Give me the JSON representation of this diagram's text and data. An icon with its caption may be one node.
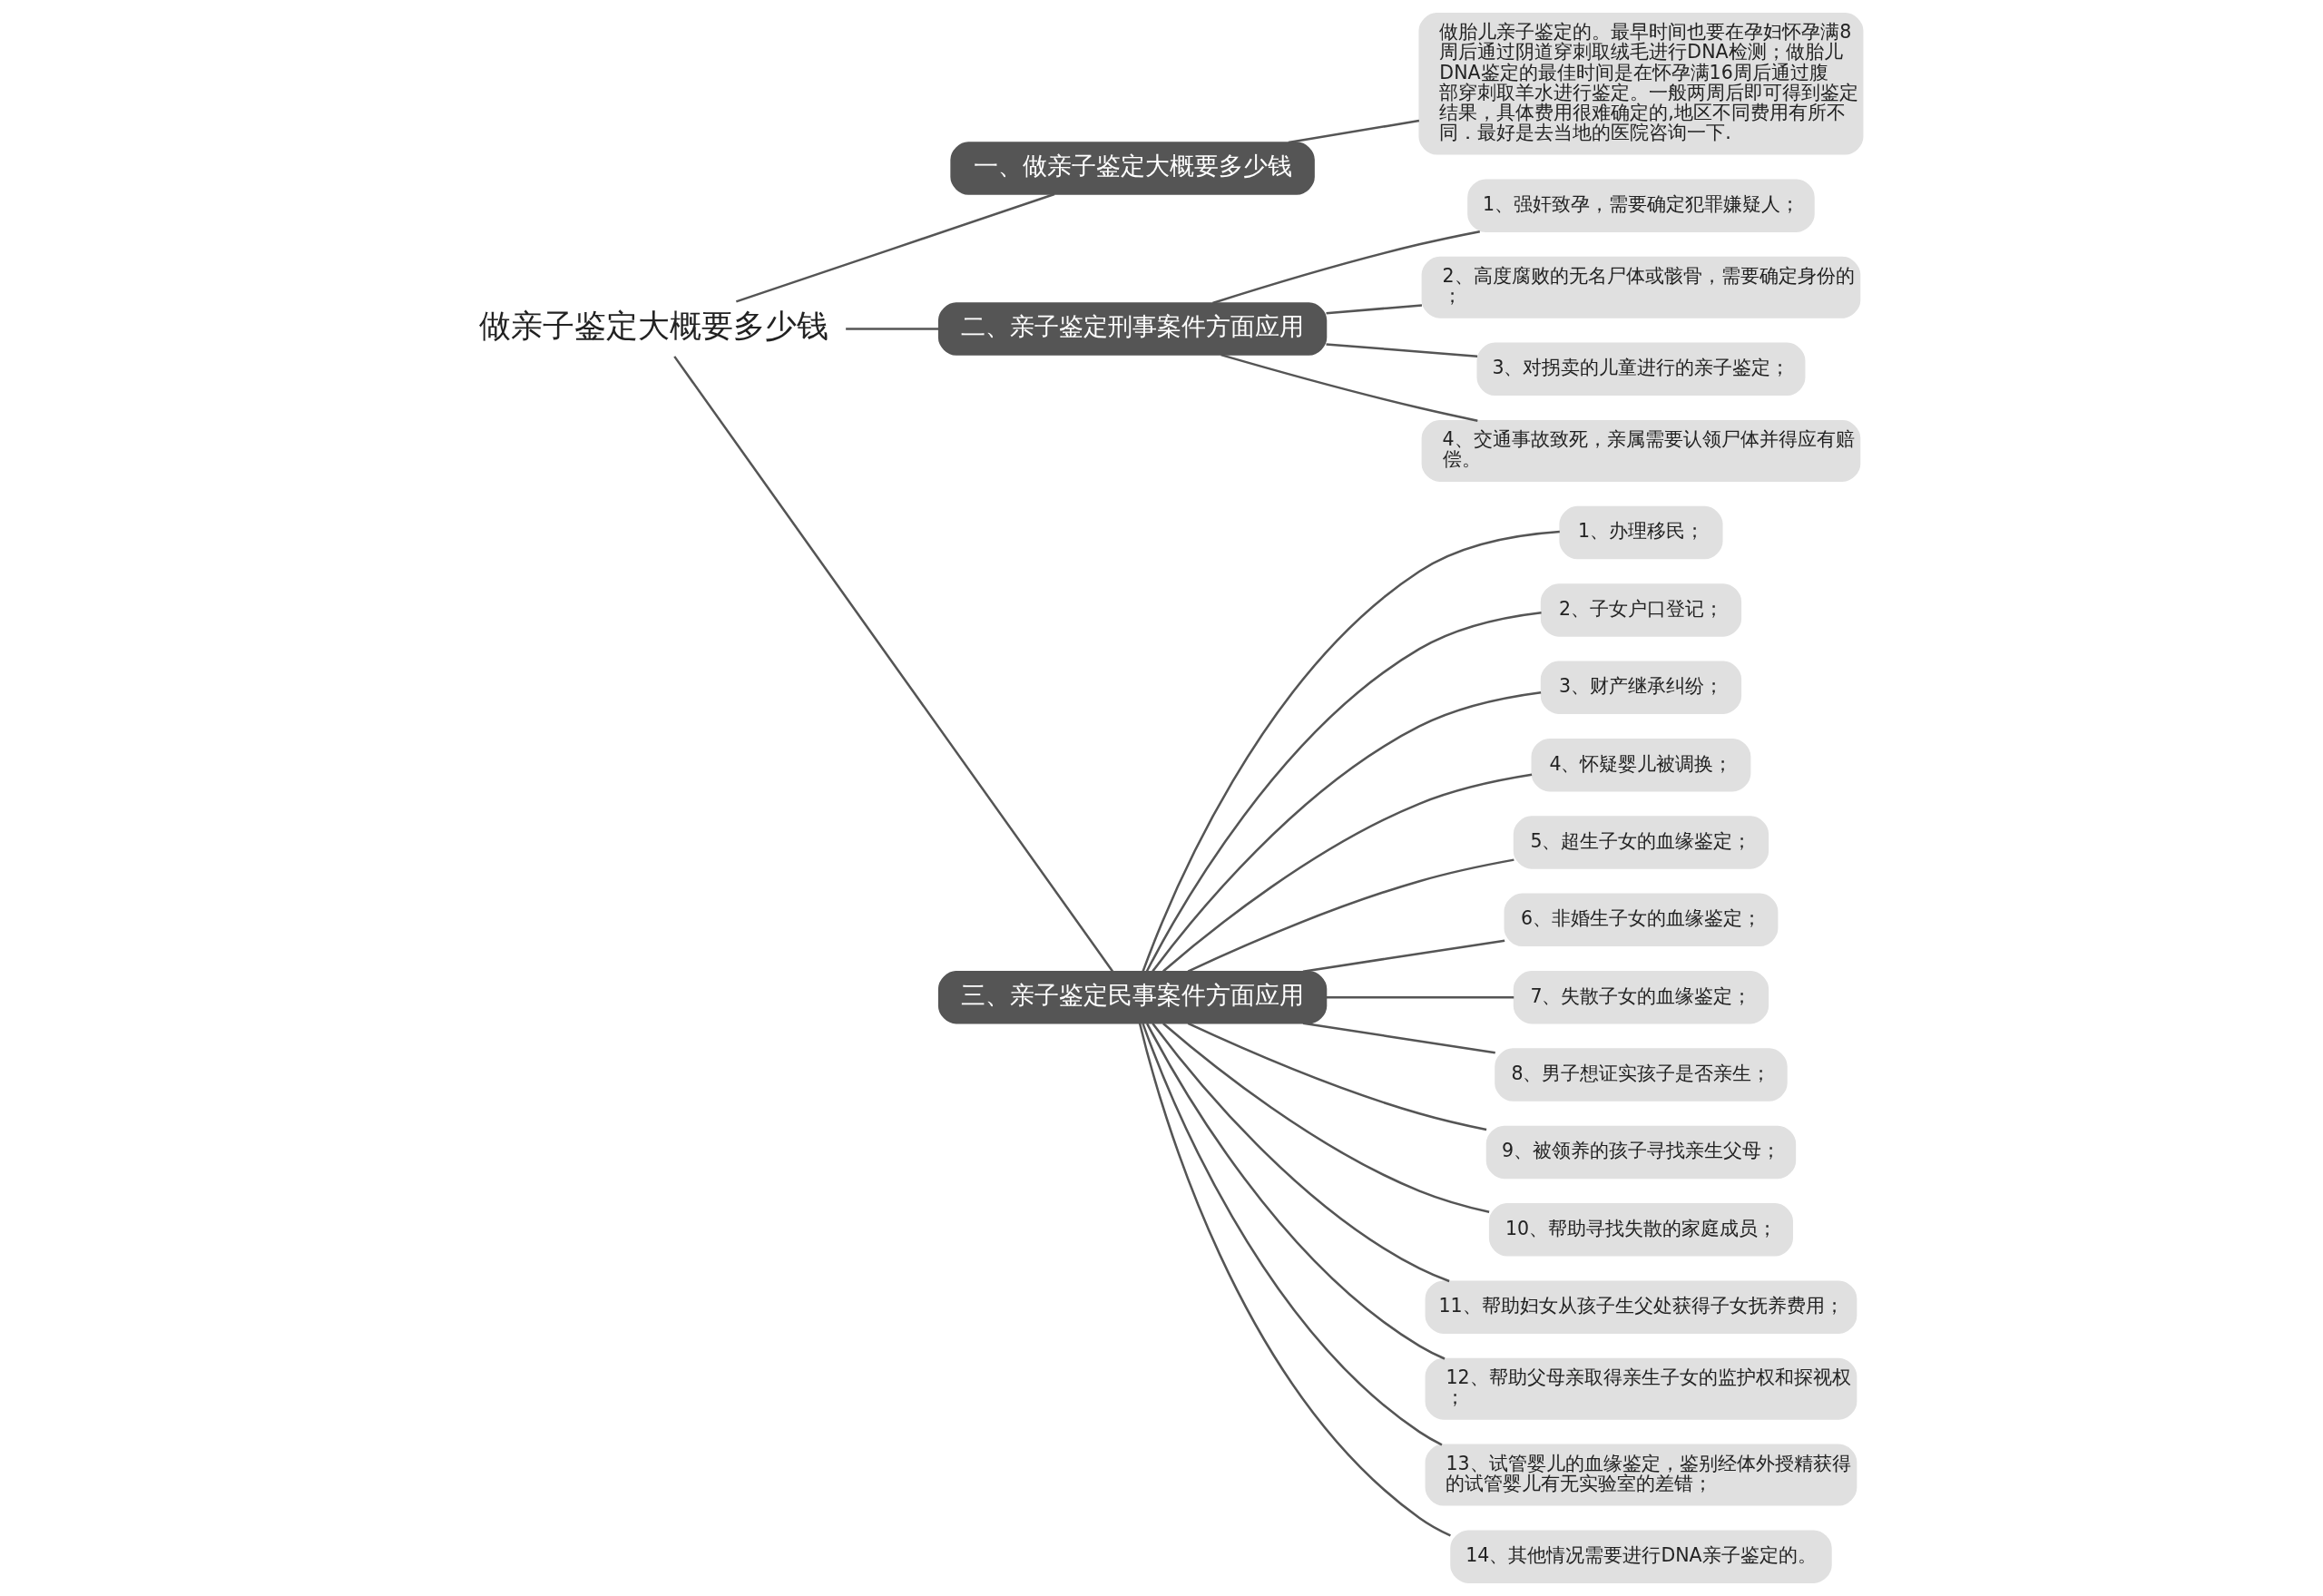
{
  "diagram": {
    "nodes": [
      {
        "text": [
          "做亲子鉴定大概要多少钱"
        ]
      },
      {
        "text": [
          "一、做亲子鉴定大概要多少钱"
        ]
      },
      {
        "text": [
          "做胎儿亲子鉴定的。最早时间也要在孕妇怀孕满8周后通过阴道穿刺取绒毛进行DNA检测；做胎儿DNA鉴定的最佳时间是在怀孕满16周后通过腹部穿刺取羊水进行鉴定。一般两周后即可得到鉴定结果，具体费用很难确定的,地区不同费用有所不同．最好是去当地的医院咨询一下."
        ]
      },
      {
        "text": [
          "二、亲子鉴定刑事案件方面应用"
        ]
      },
      {
        "text": [
          "1、强奸致孕，需要确定犯罪嫌疑人；"
        ]
      },
      {
        "text": [
          "2、高度腐败的无名尸体或骸骨，需要确定身份的；"
        ]
      },
      {
        "text": [
          "3、对拐卖的儿童进行的亲子鉴定；"
        ]
      },
      {
        "text": [
          "4、交通事故致死，亲属需要认领尸体并得应有赔偿。"
        ]
      },
      {
        "text": [
          "三、亲子鉴定民事案件方面应用"
        ]
      },
      {
        "text": [
          "1、办理移民；"
        ]
      },
      {
        "text": [
          "2、子女户口登记；"
        ]
      },
      {
        "text": [
          "3、财产继承纠纷；"
        ]
      },
      {
        "text": [
          "4、怀疑婴儿被调换；"
        ]
      },
      {
        "text": [
          "5、超生子女的血缘鉴定；"
        ]
      },
      {
        "text": [
          "6、非婚生子女的血缘鉴定；"
        ]
      },
      {
        "text": [
          "7、失散子女的血缘鉴定；"
        ]
      },
      {
        "text": [
          "8、男子想证实孩子是否亲生；"
        ]
      },
      {
        "text": [
          "9、被领养的孩子寻找亲生父母；"
        ]
      },
      {
        "text": [
          "10、帮助寻找失散的家庭成员；"
        ]
      },
      {
        "text": [
          "11、帮助妇女从孩子生父处获得子女抚养费用；"
        ]
      },
      {
        "text": [
          "12、帮助父母亲取得亲生子女的监护权和探视权；"
        ]
      },
      {
        "text": [
          "13、试管婴儿的血缘鉴定，鉴别经体外授精获得的试管婴儿有无实验室的差错；"
        ]
      },
      {
        "text": [
          "14、其他情况需要进行DNA亲子鉴定的。"
        ]
      }
    ],
    "edges": [
      {
        "from": 0,
        "to": 1,
        "arrow": "none"
      },
      {
        "from": 1,
        "to": 2,
        "arrow": "none"
      },
      {
        "from": 0,
        "to": 3,
        "arrow": "none"
      },
      {
        "from": 3,
        "to": 4,
        "arrow": "none"
      },
      {
        "from": 3,
        "to": 5,
        "arrow": "none"
      },
      {
        "from": 3,
        "to": 6,
        "arrow": "none"
      },
      {
        "from": 3,
        "to": 7,
        "arrow": "none"
      },
      {
        "from": 0,
        "to": 8,
        "arrow": "none"
      },
      {
        "from": 8,
        "to": 9,
        "arrow": "none"
      },
      {
        "from": 8,
        "to": 10,
        "arrow": "none"
      },
      {
        "from": 8,
        "to": 11,
        "arrow": "none"
      },
      {
        "from": 8,
        "to": 12,
        "arrow": "none"
      },
      {
        "from": 8,
        "to": 13,
        "arrow": "none"
      },
      {
        "from": 8,
        "to": 14,
        "arrow": "none"
      },
      {
        "from": 8,
        "to": 15,
        "arrow": "none"
      },
      {
        "from": 8,
        "to": 16,
        "arrow": "none"
      },
      {
        "from": 8,
        "to": 17,
        "arrow": "none"
      },
      {
        "from": 8,
        "to": 18,
        "arrow": "none"
      },
      {
        "from": 8,
        "to": 19,
        "arrow": "none"
      },
      {
        "from": 8,
        "to": 20,
        "arrow": "none"
      },
      {
        "from": 8,
        "to": 21,
        "arrow": "none"
      },
      {
        "from": 8,
        "to": 22,
        "arrow": "none"
      }
    ]
  }
}
